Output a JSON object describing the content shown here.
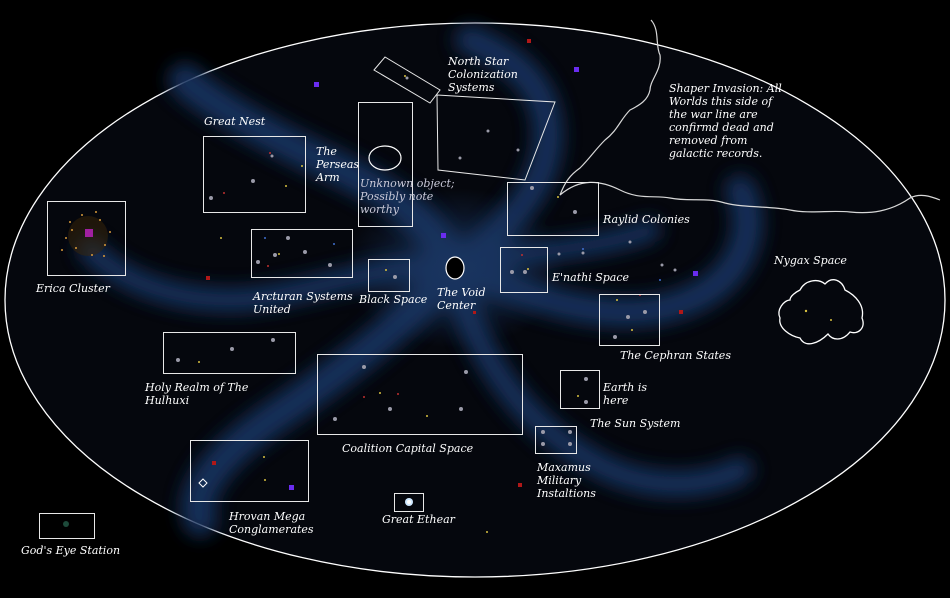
{
  "map": {
    "colors": {
      "background": "#000000",
      "ellipse_fill": "#05070d",
      "outline": "#ffffff",
      "arm_glow": "#1a3a66",
      "star_purple": "#6a2cf0",
      "star_red": "#b01818"
    },
    "labels": {
      "north_star": "North Star\nColonization\nSystems",
      "shaper": "Shaper Invasion: All\nWorlds this side of\nthe war line are\nconfirmd dead and\nremoved from\ngalactic records.",
      "great_nest": "Great Nest",
      "perseas": "The\nPerseas\nArm",
      "unknown": "Unknown object;\nPossibly note\nworthy",
      "raylid": "Raylid Colonies",
      "nygax": "Nygax Space",
      "erica": "Erica Cluster",
      "arcturan": "Arcturan Systems\nUnited",
      "black_space": "Black Space",
      "void_center": "The Void\nCenter",
      "enathi": "E'nathi Space",
      "cephran": "The Cephran States",
      "holy_realm": "Holy Realm of The\nHulhuxi",
      "earth": "Earth is\nhere",
      "sun_system": "The Sun System",
      "coalition": "Coalition Capital Space",
      "maxamus": "Maxamus\nMilitary\nInstaltions",
      "hrovan": "Hrovan Mega\nConglamerates",
      "great_ethear": "Great Ethear",
      "gods_eye": "God's Eye Station"
    }
  }
}
